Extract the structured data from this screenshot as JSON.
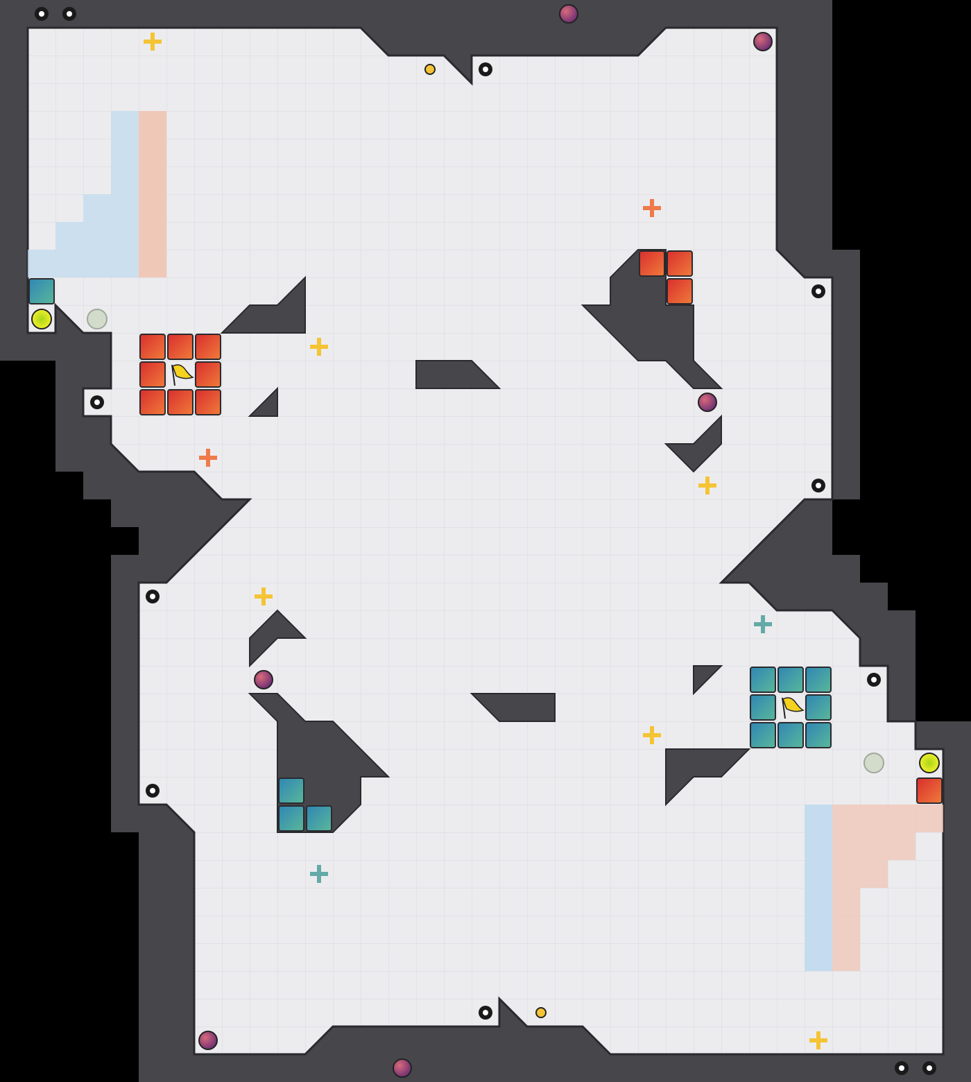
{
  "game": {
    "type": "tile-map",
    "colors": {
      "background": "#000000",
      "floor": "#ececef",
      "floor_grid": "#d9d9de",
      "wall": "#46464b",
      "wall_edge": "#2a2a2e",
      "red_team": "#e8442e",
      "blue_team": "#3f9ea6",
      "boost_yellow": "#f5c435",
      "boost_orange": "#f07a4a",
      "boost_teal": "#63aaa8",
      "bomb": "#8a3e6e",
      "portal": "#d7e21c",
      "spike": "#1a1a1a",
      "red_zone": "#f0c8b8",
      "blue_zone": "#c4dcee"
    },
    "flags": [
      {
        "team": "red",
        "icon": "flag-icon"
      },
      {
        "team": "blue",
        "icon": "flag-icon"
      }
    ]
  }
}
